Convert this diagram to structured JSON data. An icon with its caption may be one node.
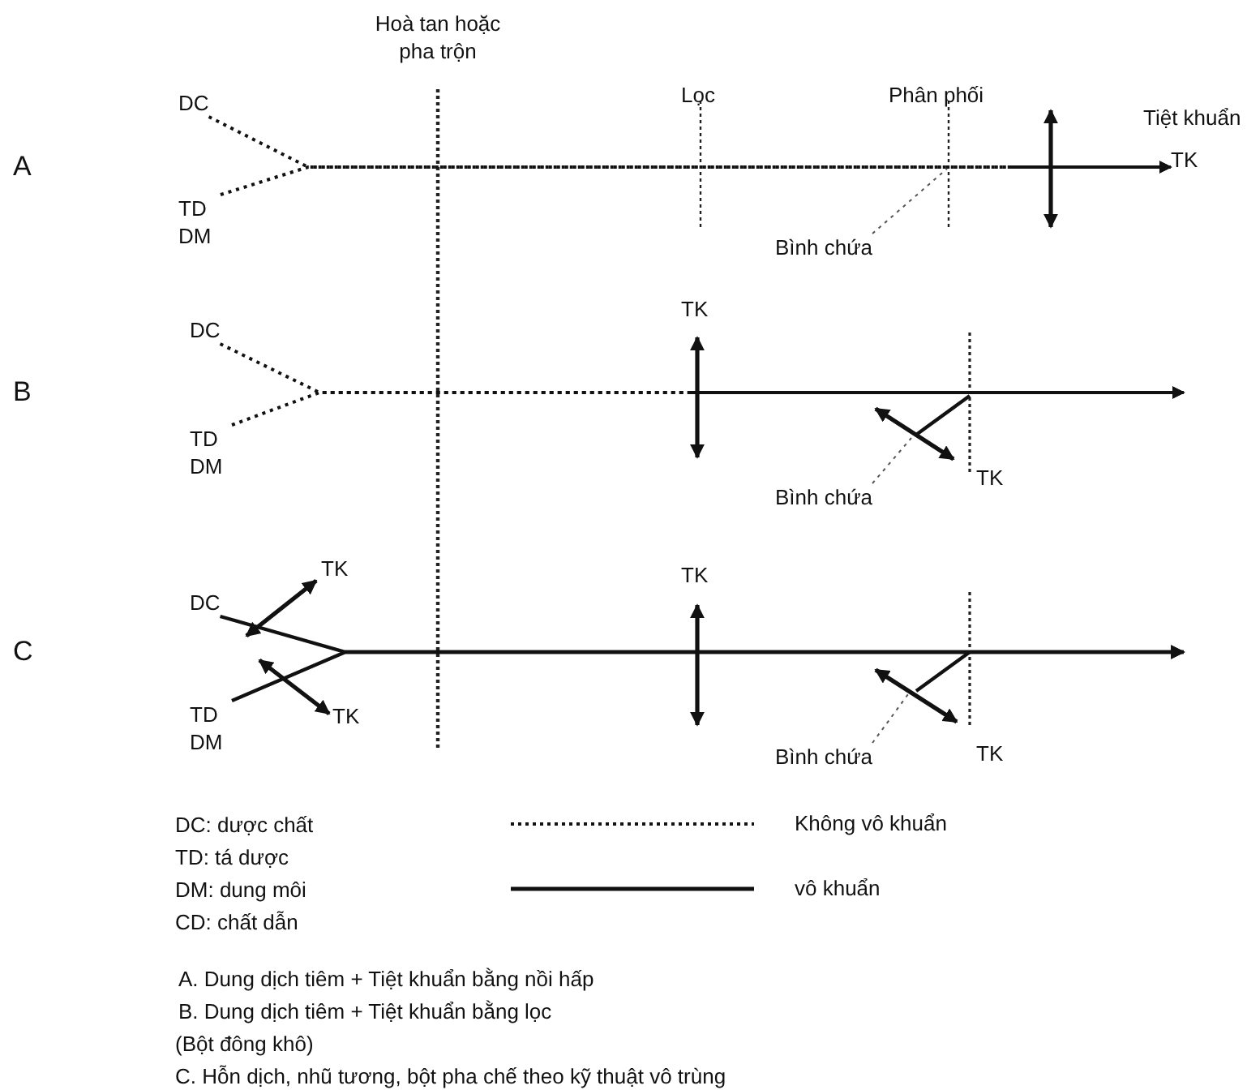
{
  "diagram": {
    "nodes": [
      {
        "text": [
          "DC"
        ]
      },
      {
        "text": [
          "TD DM"
        ]
      },
      {
        "text": [
          "TK"
        ],
        "beside": [
          "Tiệt khuẩn"
        ]
      },
      {
        "text": [
          "Bình chứa"
        ]
      },
      {
        "text": [
          "DC"
        ]
      },
      {
        "text": [
          "TD DM"
        ]
      },
      {
        "text": [
          "Bình chứa"
        ]
      },
      {
        "text": [
          "DC"
        ]
      },
      {
        "text": [
          "TD DM"
        ]
      },
      {
        "text": [
          "Bình chứa"
        ]
      }
    ],
    "edges": [
      {
        "from": 0,
        "to": 2,
        "arrow": "to",
        "style": "dashed"
      },
      {
        "from": 1,
        "to": 2,
        "arrow": "to",
        "style": "dashed"
      },
      {
        "from": 3,
        "to": null,
        "arrow": "none",
        "style": "dashed"
      },
      {
        "from": 4,
        "to": null,
        "arrow": "to",
        "style": "dashed"
      },
      {
        "from": 5,
        "to": null,
        "arrow": "to",
        "style": "dashed"
      },
      {
        "from": 6,
        "to": null,
        "arrow": "none",
        "style": "dashed"
      },
      {
        "from": 7,
        "to": null,
        "arrow": "to"
      },
      {
        "from": 8,
        "to": null,
        "arrow": "to"
      },
      {
        "from": 9,
        "to": null,
        "arrow": "none",
        "style": "dashed"
      }
    ],
    "labels": [
      "Hoà tan hoặc pha trộn",
      "Lọc",
      "Phân phối",
      "A",
      "B",
      "TK",
      "TK",
      "TK",
      "TK",
      "C",
      "TK",
      "TK",
      "DC: dược chất",
      "TD: tá dược",
      "DM: dung môi",
      "CD: chất dẫn",
      "A. Dung dịch tiêm + Tiệt khuẩn bằng nồi hấp",
      "B. Dung dịch tiêm + Tiệt khuẩn bằng lọc",
      "(Bột đông khô)",
      "C. Hỗn dịch, nhũ tương, bột pha chế theo kỹ thuật vô trùng"
    ],
    "legend": [
      {
        "text": "Không vô khuẩn"
      },
      {
        "text": "vô khuẩn"
      }
    ]
  }
}
